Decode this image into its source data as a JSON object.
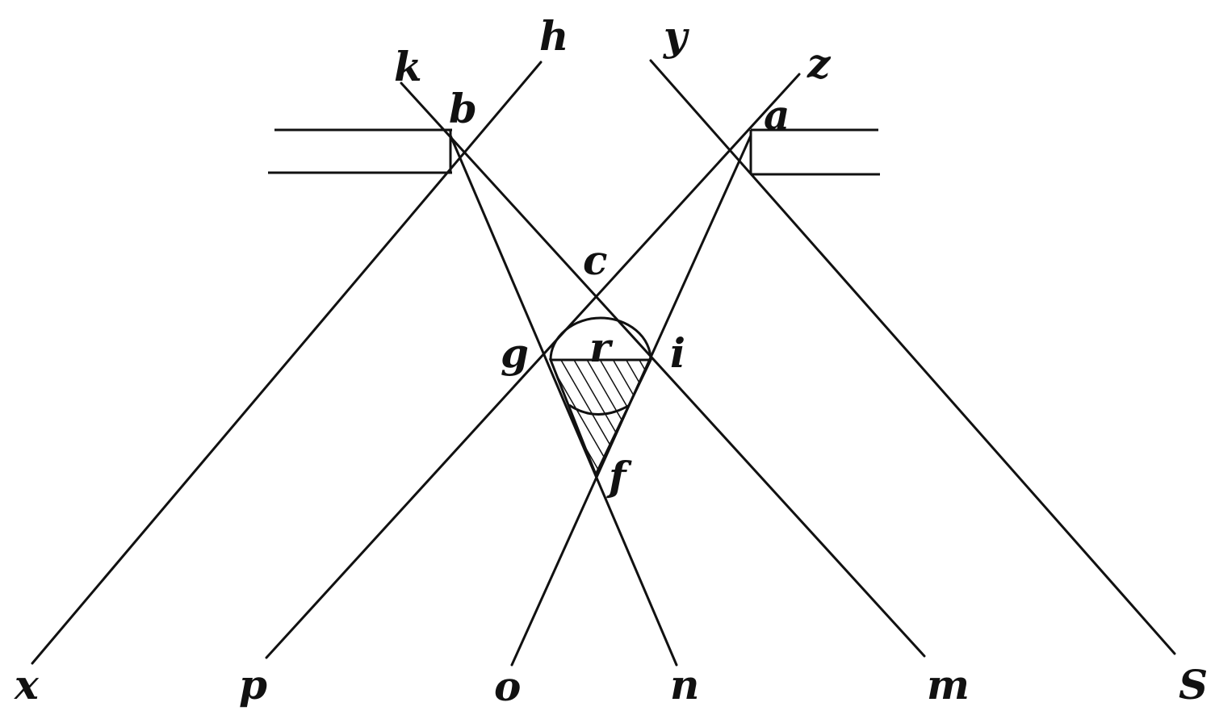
{
  "diagram": {
    "stroke_color": "#111111",
    "background_color": "#ffffff",
    "hatch": "diagonal",
    "labels": {
      "k": "k",
      "h": "h",
      "y": "y",
      "z": "z",
      "b": "b",
      "a": "a",
      "c": "c",
      "g": "g",
      "r": "r",
      "i": "i",
      "f": "f",
      "x": "x",
      "p": "p",
      "o": "o",
      "n": "n",
      "m": "m",
      "s": "S"
    }
  }
}
